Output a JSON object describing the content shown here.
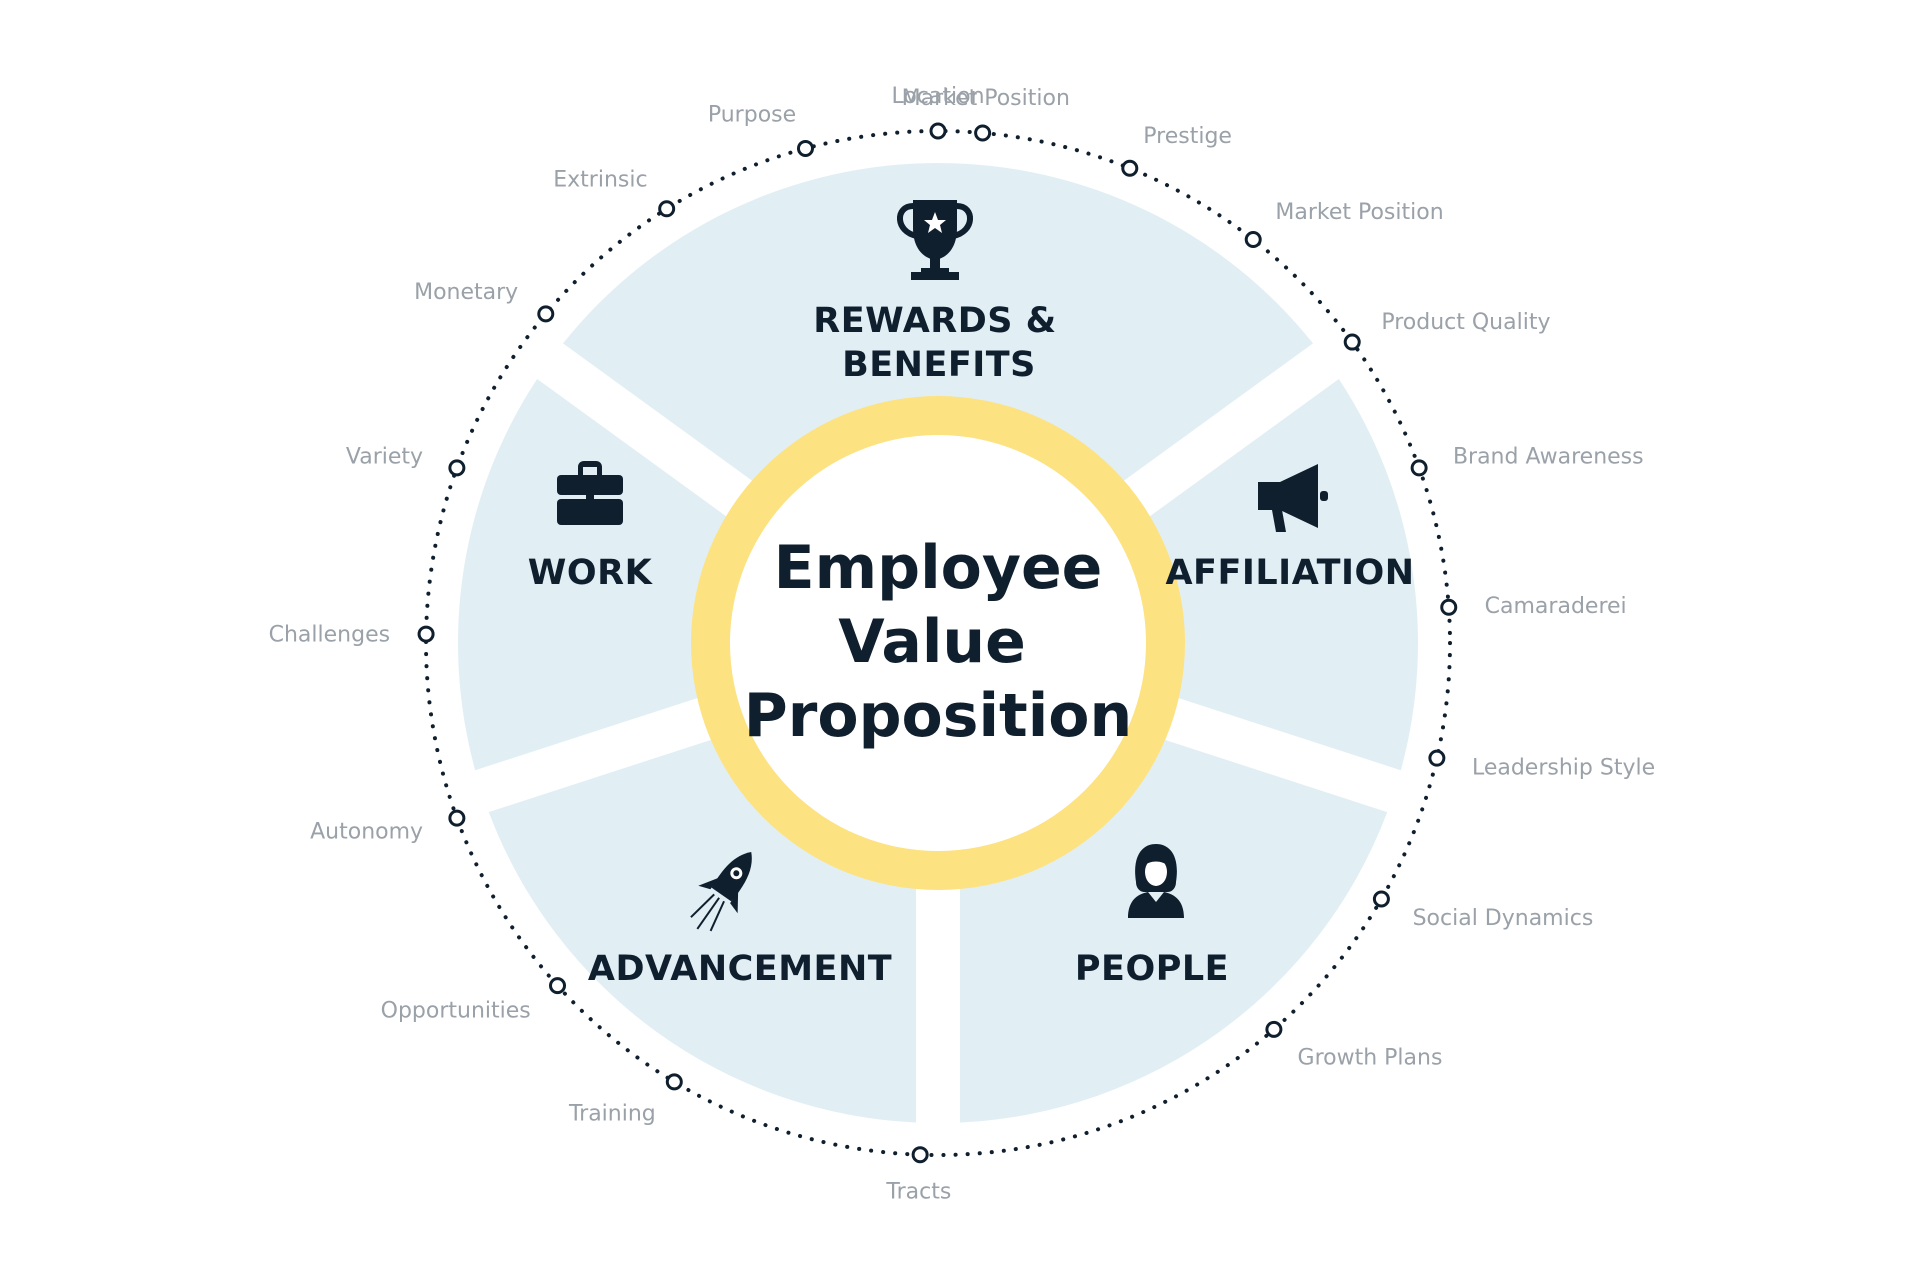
{
  "center": {
    "line1": "Employee",
    "line2": "Value",
    "line3": "Proposition"
  },
  "segments": {
    "rewards": {
      "line1": "REWARDS &",
      "line2": "BENEFITS",
      "icon": "trophy-icon"
    },
    "affiliation": {
      "label": "AFFILIATION",
      "icon": "megaphone-icon"
    },
    "people": {
      "label": "PEOPLE",
      "icon": "person-icon"
    },
    "advancement": {
      "label": "ADVANCEMENT",
      "icon": "rocket-icon"
    },
    "work": {
      "label": "WORK",
      "icon": "briefcase-icon"
    }
  },
  "outer_labels": [
    "Market Position",
    "Prestige",
    "Market Position",
    "Product Quality",
    "Brand Awareness",
    "Camaraderei",
    "Leadership Style",
    "Social Dynamics",
    "Growth Plans",
    "Tracts",
    "Training",
    "Opportunities",
    "Autonomy",
    "Challenges",
    "Variety",
    "Monetary",
    "Extrinsic",
    "Purpose",
    "Location"
  ],
  "colors": {
    "segment_fill": "#e1eff5",
    "ring": "#fde282",
    "text_dark": "#0f1f2e",
    "label_grey": "#9aa1a8"
  }
}
